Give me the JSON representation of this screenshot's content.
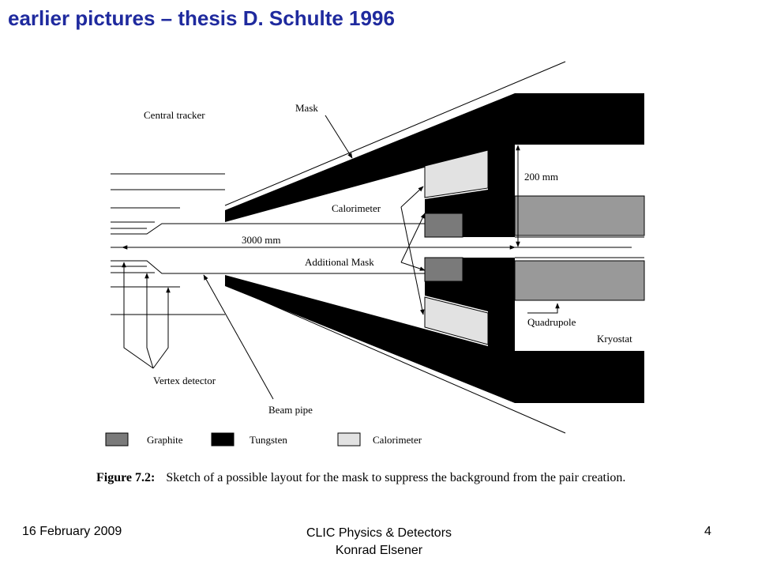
{
  "slide": {
    "title": "earlier pictures – thesis D. Schulte 1996"
  },
  "figure": {
    "labels": {
      "central_tracker": "Central tracker",
      "mask": "Mask",
      "dim_200": "200 mm",
      "calorimeter": "Calorimeter",
      "dim_3000": "3000 mm",
      "additional_mask": "Additional Mask",
      "quadrupole": "Quadrupole",
      "kryostat": "Kryostat",
      "vertex_detector": "Vertex detector",
      "beam_pipe": "Beam pipe"
    },
    "legend": [
      {
        "label": "Graphite",
        "color": "#7a7a7a"
      },
      {
        "label": "Tungsten",
        "color": "#000000"
      },
      {
        "label": "Calorimeter",
        "color": "#e2e2e2"
      }
    ],
    "caption_label": "Figure 7.2:",
    "caption_text": "Sketch of a possible layout for the mask to suppress the background from the pair creation."
  },
  "footer": {
    "date": "16 February 2009",
    "line1": "CLIC Physics & Detectors",
    "line2": "Konrad Elsener",
    "page": "4"
  },
  "colors": {
    "title": "#1f2a9e",
    "graphite": "#7a7a7a",
    "tungsten": "#000000",
    "calorimeter": "#e2e2e2",
    "quadrupole": "#999999"
  }
}
